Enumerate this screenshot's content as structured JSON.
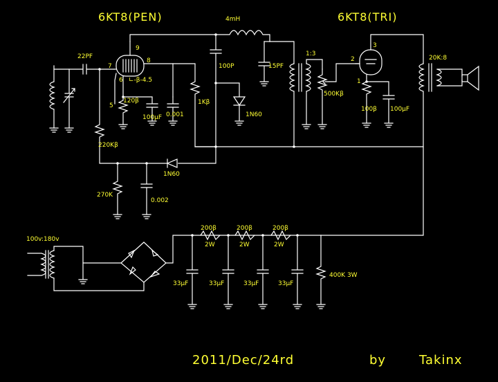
{
  "titles": {
    "pentode": "6KT8(PEN)",
    "triode": "6KT8(TRI)"
  },
  "components": {
    "inductor_4mh": "4mH",
    "cap_22pf": "22PF",
    "cap_100p": "100P",
    "cap_15pf": "15PF",
    "diode_top": "1N60",
    "diode_bottom": "1N60",
    "res_1k": "1Kβ",
    "res_120": "120β",
    "cap_100uf_pen": "100μF",
    "cap_0001": "0.001",
    "res_220k": "220Kβ",
    "res_270k": "270K",
    "cap_0002": "0.002",
    "grid_bias": "∟-β-4.5",
    "transformer_ratio": "1:3",
    "pot_500k": "500Kβ",
    "res_100_tri": "100β",
    "cap_100uf_tri": "100μF",
    "output_tx": "20K:8",
    "power_tx": "100v:180v",
    "res_200_1": "200β",
    "res_200_2": "200β",
    "res_200_3": "200β",
    "watt_1": "2W",
    "watt_2": "2W",
    "watt_3": "2W",
    "cap_33_1": "33μF",
    "cap_33_2": "33μF",
    "cap_33_3": "33μF",
    "cap_33_4": "33μF",
    "bleeder": "400K 3W"
  },
  "pins": {
    "p9": "9",
    "p8": "8",
    "p7": "7",
    "p6": "6",
    "p5": "5",
    "p3": "3",
    "p2": "2",
    "p1": "1"
  },
  "footer": {
    "date": "2011/Dec/24rd",
    "by": "by",
    "author": "Takinx"
  }
}
